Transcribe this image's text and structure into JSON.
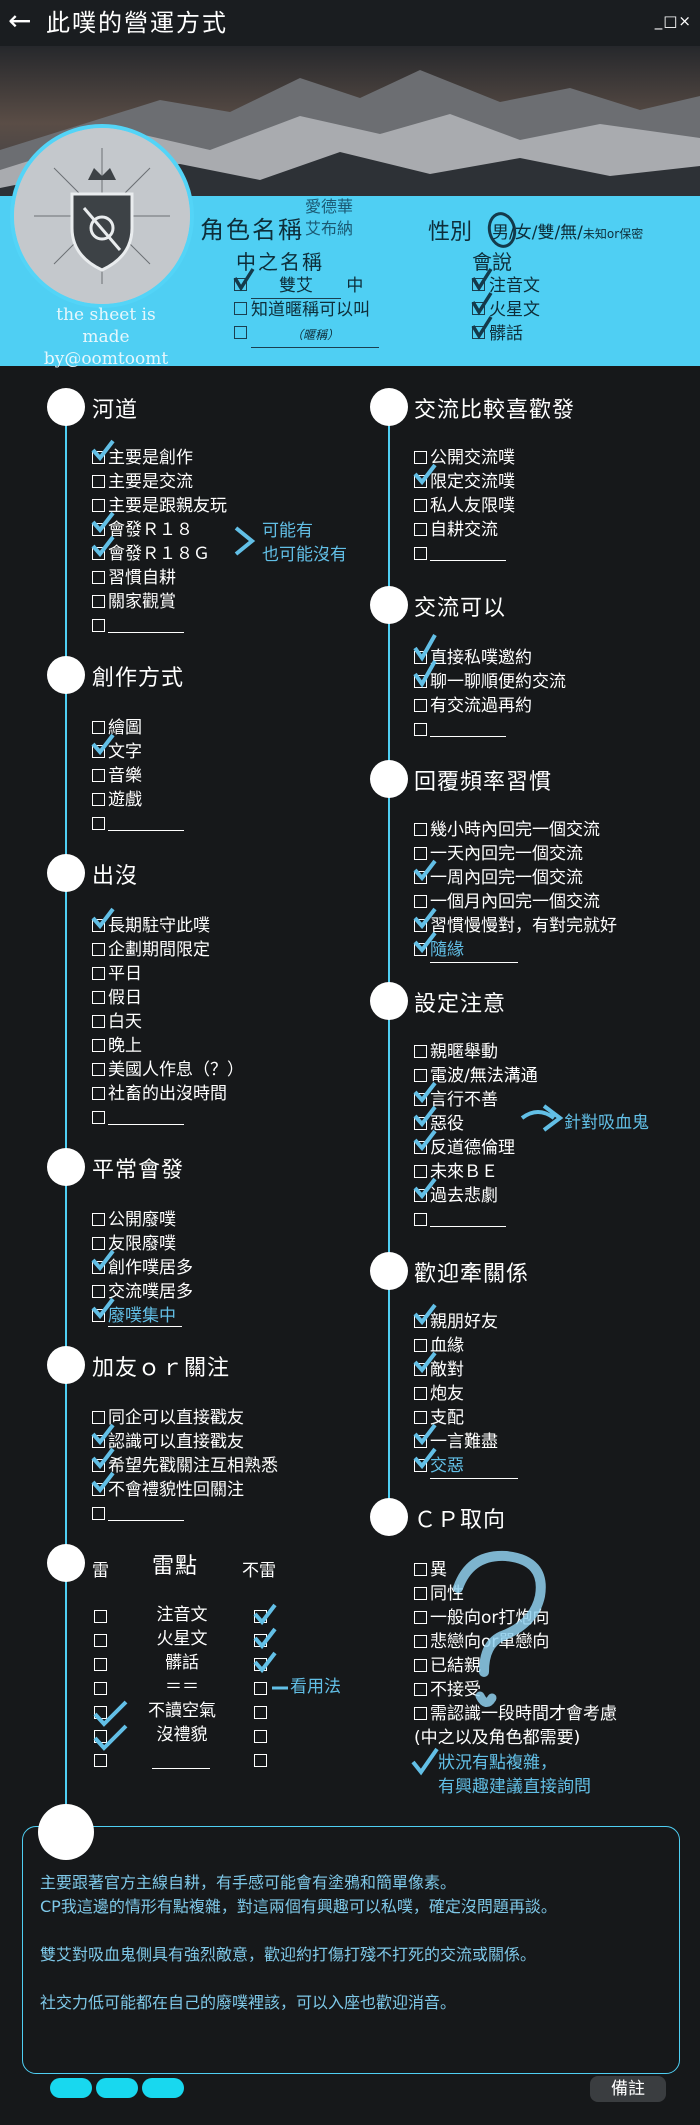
{
  "header": {
    "back_icon": "←",
    "title": "此噗的營運方式",
    "window_controls": "_□×"
  },
  "colors": {
    "accent": "#4fcff3",
    "check": "#62bfe6",
    "background": "#16181a"
  },
  "profile": {
    "credit_line1": "the sheet is",
    "credit_line2": "made by@oomtoomt",
    "name_label": "角色名稱",
    "name_value_1": "愛德華",
    "name_value_2": "艾布納",
    "gender_label": "性別",
    "gender_options": "男/女/雙/無/",
    "gender_unknown": "未知or保密",
    "chinese_name_label": "中之名稱",
    "chinese_name_value": "雙艾",
    "chinese_name_suffix": "中",
    "nickname_ok": "知道暱稱可以叫",
    "nickname_hint": "（暱稱）",
    "can_speak_label": "會說",
    "speak_opt_1": "注音文",
    "speak_opt_2": "火星文",
    "speak_opt_3": "髒話"
  },
  "left_sections": [
    {
      "title": "河道",
      "items": [
        "主要是創作",
        "主要是交流",
        "主要是跟親友玩",
        "會發Ｒ１８",
        "會發Ｒ１８Ｇ",
        "習慣自耕",
        "關家觀賞",
        ""
      ],
      "note": "可能有",
      "note2": "也可能沒有"
    },
    {
      "title": "創作方式",
      "items": [
        "繪圖",
        "文字",
        "音樂",
        "遊戲",
        ""
      ]
    },
    {
      "title": "出沒",
      "items": [
        "長期駐守此噗",
        "企劃期間限定",
        "平日",
        "假日",
        "白天",
        "晚上",
        "美國人作息（？）",
        "社畜的出沒時間",
        ""
      ]
    },
    {
      "title": "平常會發",
      "items": [
        "公開廢噗",
        "友限廢噗",
        "創作噗居多",
        "交流噗居多",
        "廢噗集中"
      ]
    },
    {
      "title": "加友ｏｒ關注",
      "items": [
        "同企可以直接戳友",
        "認識可以直接戳友",
        "希望先戳關注互相熟悉",
        "不會禮貌性回關注",
        ""
      ]
    }
  ],
  "trap": {
    "left_head": "雷",
    "title": "雷點",
    "right_head": "不雷",
    "rows": [
      "注音文",
      "火星文",
      "髒話",
      "＝＝",
      "不讀空氣",
      "沒禮貌",
      ""
    ],
    "note": "看用法"
  },
  "right_sections": [
    {
      "title": "交流比較喜歡發",
      "items": [
        "公開交流噗",
        "限定交流噗",
        "私人友限噗",
        "自耕交流",
        ""
      ]
    },
    {
      "title": "交流可以",
      "items": [
        "直接私噗邀約",
        "聊一聊順便約交流",
        "有交流過再約",
        ""
      ]
    },
    {
      "title": "回覆頻率習慣",
      "items": [
        "幾小時內回完一個交流",
        "一天內回完一個交流",
        "一周內回完一個交流",
        "一個月內回完一個交流",
        "習慣慢慢對，有對完就好",
        "隨緣"
      ]
    },
    {
      "title": "設定注意",
      "items": [
        "親暱舉動",
        "電波/無法溝通",
        "言行不善",
        "惡役",
        "反道德倫理",
        "未來ＢＥ",
        "過去悲劇",
        ""
      ],
      "note": "針對吸血鬼"
    },
    {
      "title": "歡迎牽關係",
      "items": [
        "親朋好友",
        "血緣",
        "敵對",
        "炮友",
        "支配",
        "一言難盡",
        "交惡"
      ]
    },
    {
      "title": "ＣＰ取向",
      "items": [
        "異",
        "同性",
        "一般向or打炮向",
        "悲戀向or單戀向",
        "已結親",
        "不接受",
        "需認識一段時間才會考慮",
        "(中之以及角色都需要)"
      ],
      "note": "狀況有點複雜，",
      "note2": "有興趣建議直接詢問"
    }
  ],
  "notes": {
    "line1": "主要跟著官方主線自耕，有手感可能會有塗鴉和簡單像素。",
    "line2": "CP我這邊的情形有點複雜，對這兩個有興趣可以私噗，確定沒問題再談。",
    "line3": "雙艾對吸血鬼側具有強烈敵意，歡迎約打傷打殘不打死的交流或關係。",
    "line4": "社交力低可能都在自己的廢噗裡該，可以入座也歡迎消音。",
    "remark_button": "備註"
  }
}
